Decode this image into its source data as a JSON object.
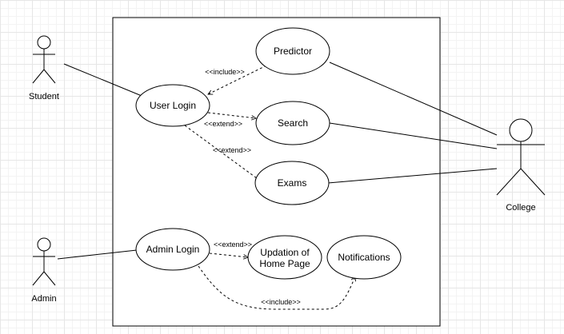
{
  "actors": {
    "student": "Student",
    "admin": "Admin",
    "college": "College"
  },
  "use_cases": {
    "predictor": "Predictor",
    "user_login": "User Login",
    "search": "Search",
    "exams": "Exams",
    "admin_login": "Admin Login",
    "updation_line1": "Updation of",
    "updation_line2": "Home Page",
    "notifications": "Notifications"
  },
  "relations": {
    "include_predictor": "<<include>>",
    "extend_search": "<<extend>>",
    "extend_exams": "<<extend>>",
    "extend_updation": "<<extend>>",
    "include_notifications": "<<include>>"
  }
}
